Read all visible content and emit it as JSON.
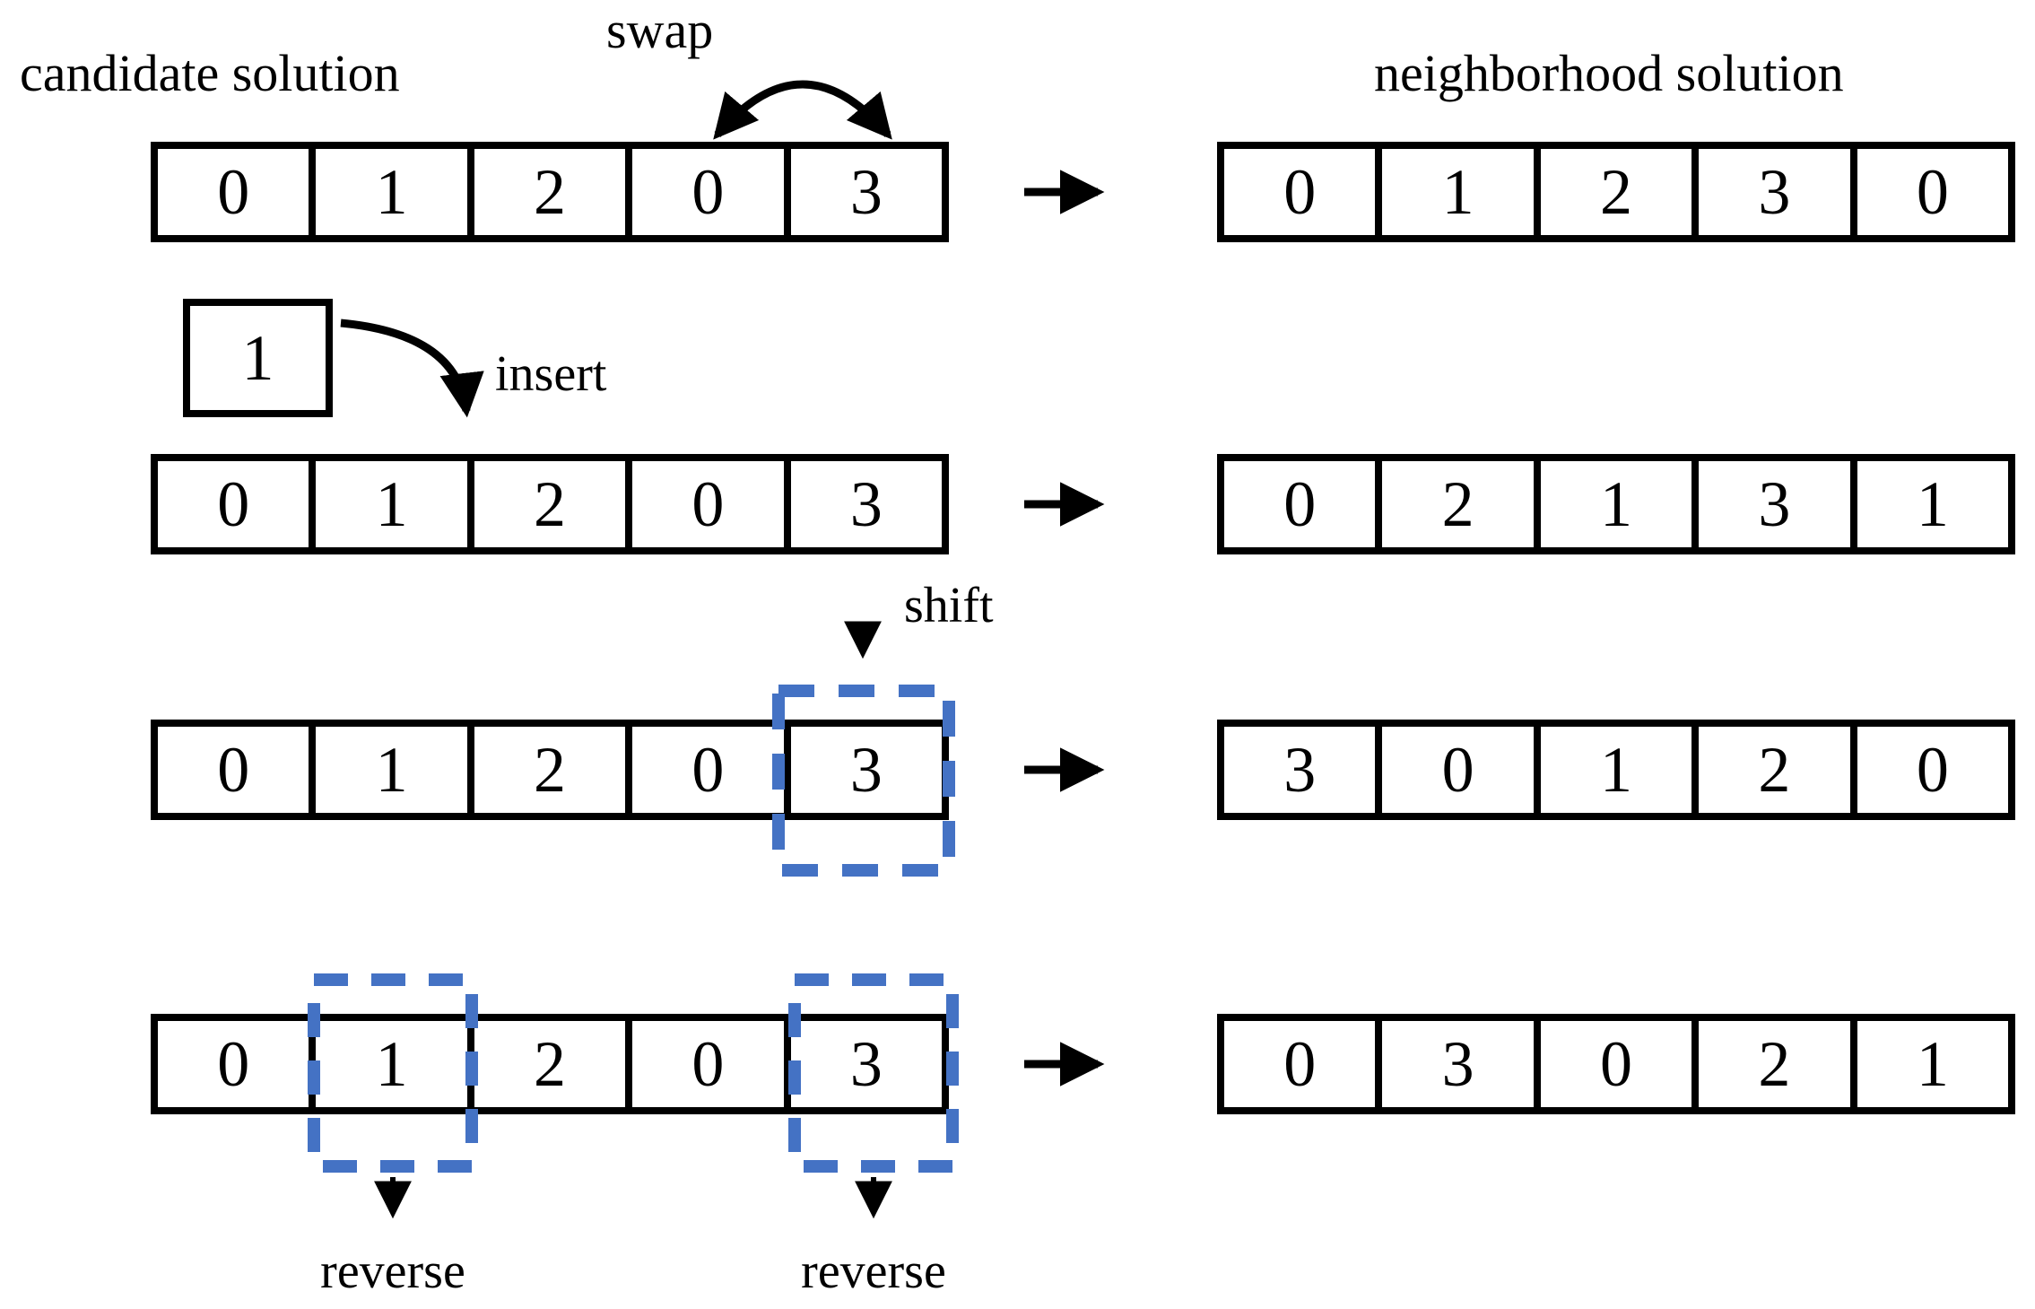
{
  "labels": {
    "candidate": "candidate solution",
    "neighborhood": "neighborhood solution",
    "swap": "swap",
    "insert": "insert",
    "shift": "shift",
    "reverse_labels": [
      "reverse",
      "reverse"
    ]
  },
  "insert_box": {
    "value": "1"
  },
  "colors": {
    "ink": "#000000",
    "highlight_dash": "#4472C4",
    "background": "#ffffff"
  },
  "rows": [
    {
      "name": "swap",
      "candidate": [
        "0",
        "1",
        "2",
        "0",
        "3"
      ],
      "neighborhood": [
        "0",
        "1",
        "2",
        "3",
        "0"
      ]
    },
    {
      "name": "insert",
      "candidate": [
        "0",
        "1",
        "2",
        "0",
        "3"
      ],
      "neighborhood": [
        "0",
        "2",
        "1",
        "3",
        "1"
      ]
    },
    {
      "name": "shift",
      "candidate": [
        "0",
        "1",
        "2",
        "0",
        "3"
      ],
      "neighborhood": [
        "3",
        "0",
        "1",
        "2",
        "0"
      ]
    },
    {
      "name": "reverse",
      "candidate": [
        "0",
        "1",
        "2",
        "0",
        "3"
      ],
      "neighborhood": [
        "0",
        "3",
        "0",
        "2",
        "1"
      ]
    }
  ]
}
